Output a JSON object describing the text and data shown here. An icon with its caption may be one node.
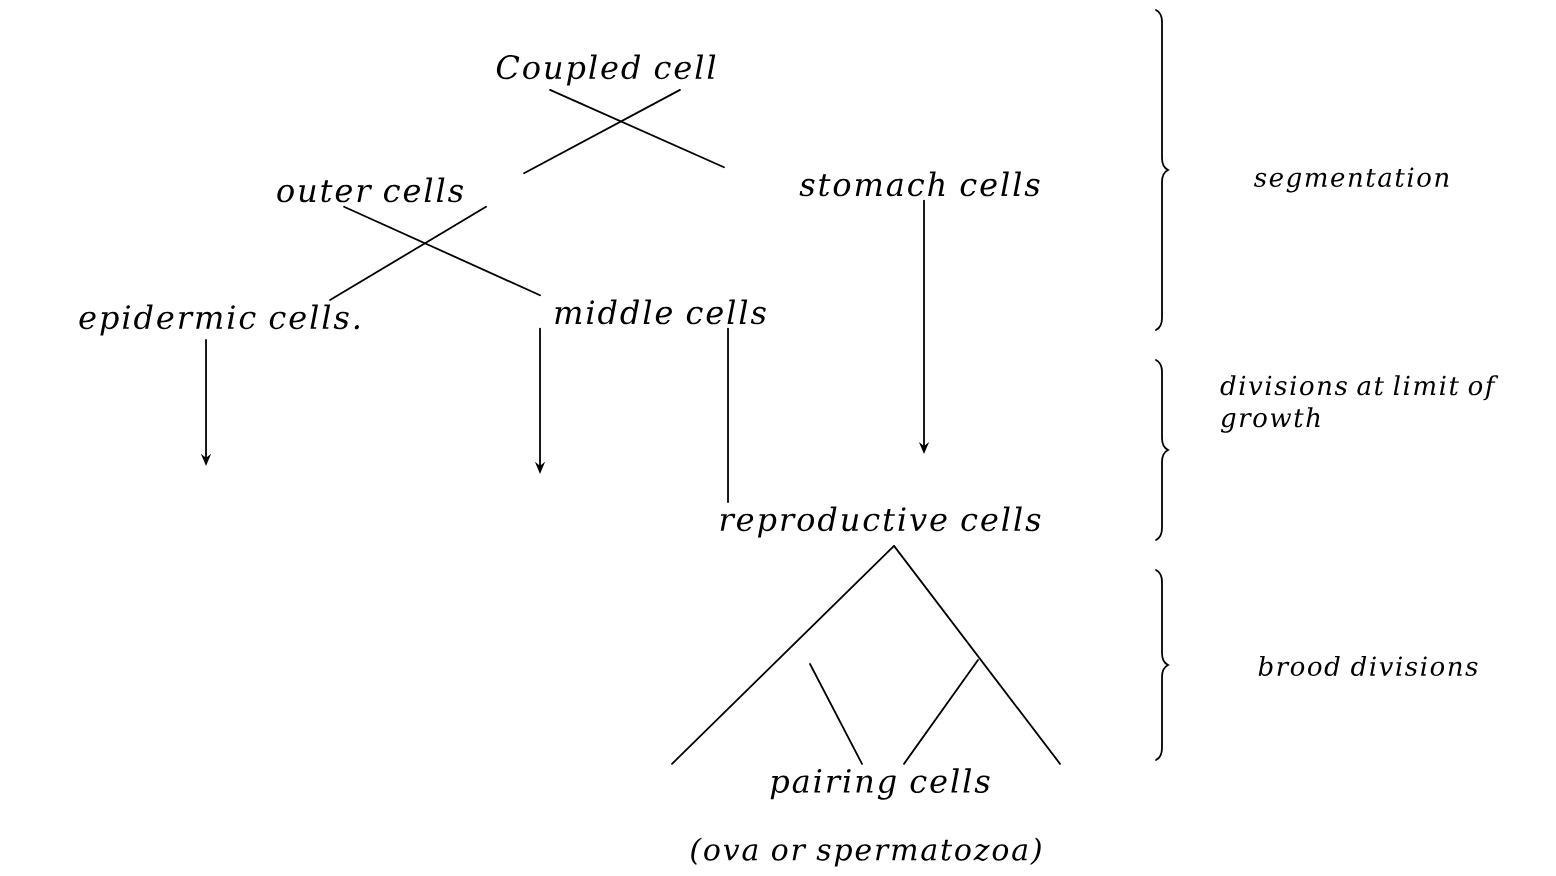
{
  "diagram": {
    "nodes": [
      {
        "text": [
          "Coupled cell"
        ]
      },
      {
        "text": [
          "outer cells"
        ]
      },
      {
        "text": [
          "stomach cells"
        ]
      },
      {
        "text": [
          "epidermic cells."
        ]
      },
      {
        "text": [
          "middle cells"
        ]
      },
      {
        "text": [
          "reproductive cells"
        ]
      },
      {
        "text": [
          "pairing cells"
        ],
        "beside": [
          "(ova or spermatozoa)"
        ]
      }
    ],
    "edges": [
      {
        "from": 0,
        "to": 1,
        "arrow": "none"
      },
      {
        "from": 0,
        "to": 2,
        "arrow": "none"
      },
      {
        "from": 1,
        "to": 3,
        "arrow": "none"
      },
      {
        "from": 1,
        "to": 4,
        "arrow": "none"
      },
      {
        "from": 3,
        "to": null,
        "arrow": "to"
      },
      {
        "from": 4,
        "to": null,
        "arrow": "to"
      },
      {
        "from": 4,
        "to": 5,
        "arrow": "none"
      },
      {
        "from": 2,
        "to": 5,
        "arrow": "to"
      },
      {
        "from": 5,
        "to": 6,
        "arrow": "none"
      }
    ],
    "labels": [
      "segmentation",
      "divisions at limit of growth",
      "brood divisions"
    ]
  }
}
